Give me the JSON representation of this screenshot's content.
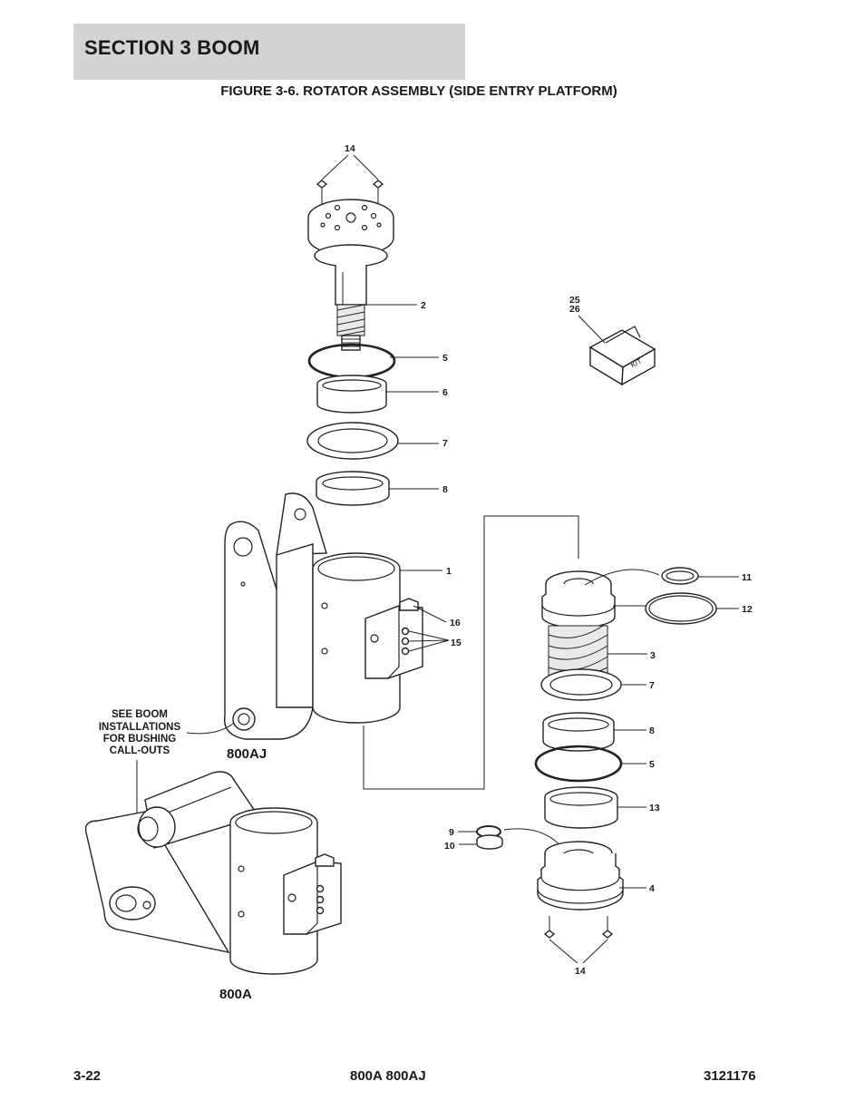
{
  "header": {
    "section": "SECTION 3   BOOM",
    "figure_title": "FIGURE 3-6. ROTATOR ASSEMBLY (SIDE ENTRY PLATFORM)"
  },
  "callouts": {
    "c14_top": "14",
    "c2": "2",
    "c5_upper": "5",
    "c6": "6",
    "c7_upper": "7",
    "c8_upper": "8",
    "c1": "1",
    "c16": "16",
    "c15": "15",
    "c25": "25",
    "c26": "26",
    "c11": "11",
    "c12": "12",
    "c3": "3",
    "c7_lower": "7",
    "c8_lower": "8",
    "c5_lower": "5",
    "c13": "13",
    "c9": "9",
    "c10": "10",
    "c4": "4",
    "c14_bottom": "14"
  },
  "kit_label": "KIT",
  "notes": {
    "bushing_line1": "SEE BOOM",
    "bushing_line2": "INSTALLATIONS",
    "bushing_line3": "FOR BUSHING",
    "bushing_line4": "CALL-OUTS"
  },
  "models": {
    "aj": "800AJ",
    "a": "800A"
  },
  "footer": {
    "page": "3-22",
    "model": "800A 800AJ",
    "doc": "3121176"
  }
}
